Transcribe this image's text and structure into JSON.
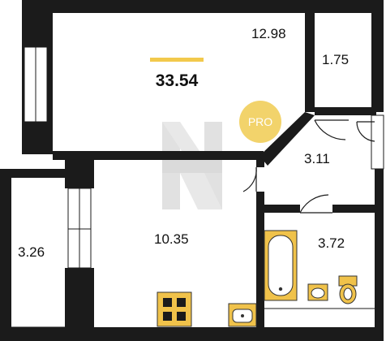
{
  "colors": {
    "wall": "#1b1b1b",
    "accent": "#f2c94c",
    "fixture": "#f0c24a",
    "watermark": "#b9b9b9",
    "background": "#ffffff"
  },
  "plan": {
    "total_area": "33.54",
    "rooms": [
      {
        "id": "living-room",
        "area": "12.98"
      },
      {
        "id": "storage-room",
        "area": "1.75"
      },
      {
        "id": "hallway",
        "area": "3.11"
      },
      {
        "id": "kitchen",
        "area": "10.35"
      },
      {
        "id": "balcony",
        "area": "3.26"
      },
      {
        "id": "bathroom",
        "area": "3.72"
      }
    ],
    "badge_text": "PRO",
    "icons": [
      "watermark-logo-icon",
      "stove-icon",
      "kitchen-sink-icon",
      "bathtub-icon",
      "washbasin-icon",
      "toilet-icon"
    ]
  }
}
